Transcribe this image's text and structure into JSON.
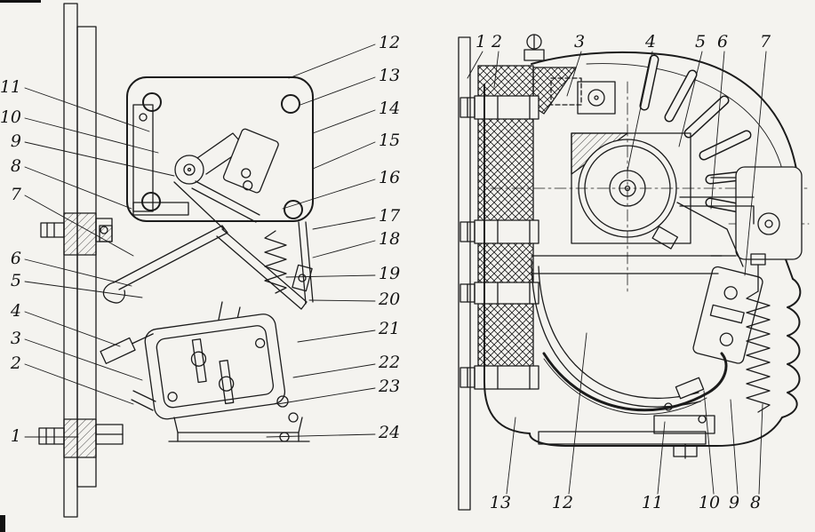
{
  "figure": {
    "background_color": "#f4f3ef",
    "line_color": "#1b1b1b"
  },
  "left_view": {
    "callouts_left": [
      "11",
      "10",
      "9",
      "8",
      "7",
      "6",
      "5",
      "4",
      "3",
      "2",
      "1"
    ],
    "callouts_right": [
      "12",
      "13",
      "14",
      "15",
      "16",
      "17",
      "18",
      "19",
      "20",
      "21",
      "22",
      "23",
      "24"
    ]
  },
  "right_view": {
    "callouts_top": [
      "1",
      "2",
      "3",
      "4",
      "5",
      "6",
      "7"
    ],
    "callouts_bottom": [
      "13",
      "12",
      "11",
      "10",
      "9",
      "8"
    ]
  }
}
